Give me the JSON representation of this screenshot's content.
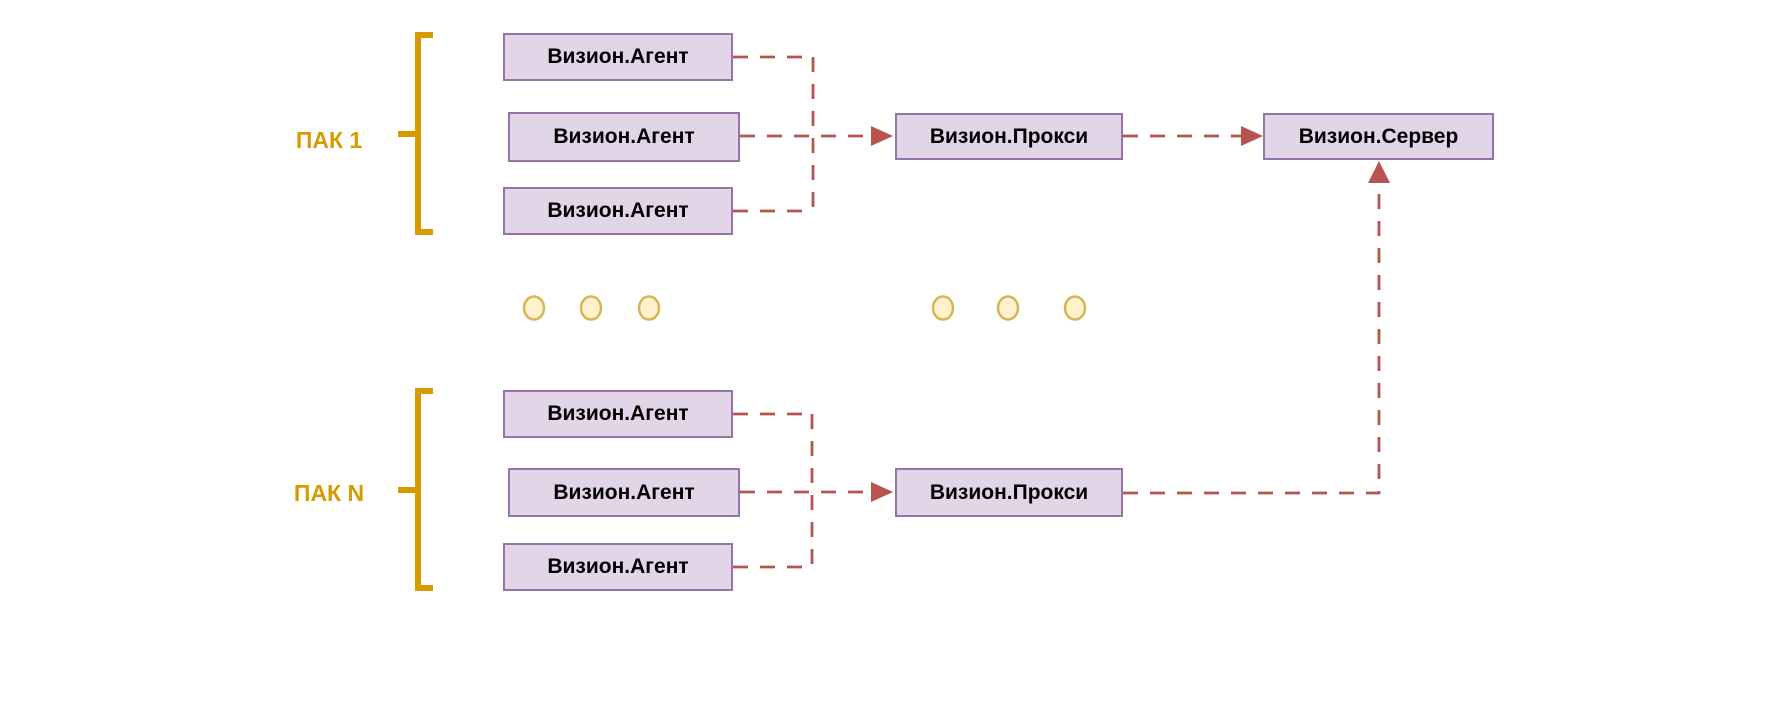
{
  "colors": {
    "background": "#ffffff",
    "node_fill": "#e1d5e7",
    "node_border": "#9673a6",
    "node_text": "#000000",
    "connector": "#b85450",
    "bracket_gold": "#d79b00",
    "dot_fill": "#fff2cc",
    "dot_border": "#d6b656"
  },
  "groups": [
    {
      "label": "ПАК 1",
      "agents": [
        {
          "label": "Визион.Агент"
        },
        {
          "label": "Визион.Агент"
        },
        {
          "label": "Визион.Агент"
        }
      ],
      "proxy": {
        "label": "Визион.Прокси"
      }
    },
    {
      "label": "ПАК N",
      "agents": [
        {
          "label": "Визион.Агент"
        },
        {
          "label": "Визион.Агент"
        },
        {
          "label": "Визион.Агент"
        }
      ],
      "proxy": {
        "label": "Визион.Прокси"
      }
    }
  ],
  "server": {
    "label": "Визион.Сервер"
  },
  "edges": [
    {
      "from": "pak1-agent-1",
      "to": "pak1-proxy",
      "style": "dashed"
    },
    {
      "from": "pak1-agent-2",
      "to": "pak1-proxy",
      "style": "dashed-arrow"
    },
    {
      "from": "pak1-agent-3",
      "to": "pak1-proxy",
      "style": "dashed"
    },
    {
      "from": "pak1-proxy",
      "to": "server",
      "style": "dashed-arrow"
    },
    {
      "from": "pakn-agent-1",
      "to": "pakn-proxy",
      "style": "dashed"
    },
    {
      "from": "pakn-agent-2",
      "to": "pakn-proxy",
      "style": "dashed-arrow"
    },
    {
      "from": "pakn-agent-3",
      "to": "pakn-proxy",
      "style": "dashed"
    },
    {
      "from": "pakn-proxy",
      "to": "server",
      "style": "dashed-arrow"
    }
  ],
  "ellipsis": {
    "left_dots": 3,
    "right_dots": 3
  }
}
